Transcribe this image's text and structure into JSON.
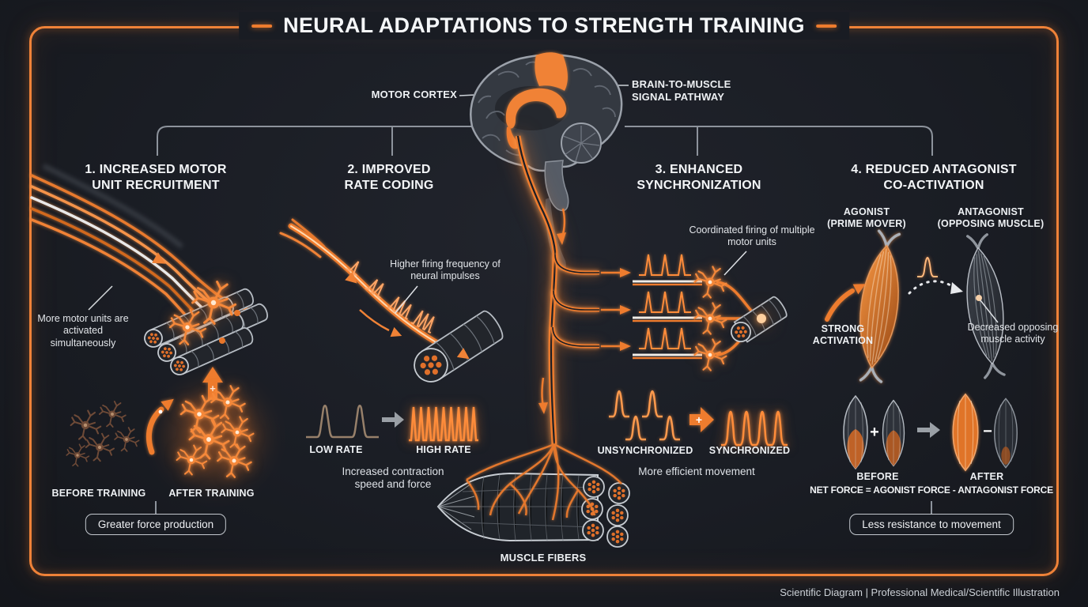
{
  "colors": {
    "accent": "#ee7c2e",
    "background": "#1b1e25"
  },
  "title": "NEURAL ADAPTATIONS TO STRENGTH TRAINING",
  "brain": {
    "motor_cortex_label": "MOTOR CORTEX",
    "pathway_label_line1": "BRAIN-TO-MUSCLE",
    "pathway_label_line2": "SIGNAL PATHWAY"
  },
  "section1": {
    "title_line1": "1. INCREASED MOTOR",
    "title_line2": "UNIT RECRUITMENT",
    "annotation": "More motor units are activated simultaneously",
    "before_label": "BEFORE TRAINING",
    "after_label": "AFTER TRAINING",
    "callout": "Greater force production",
    "plus_symbol": "+"
  },
  "section2": {
    "title_line1": "2. IMPROVED",
    "title_line2": "RATE CODING",
    "annotation": "Higher firing frequency of neural impulses",
    "low_label": "LOW RATE",
    "high_label": "HIGH RATE",
    "caption": "Increased contraction speed and force"
  },
  "section3": {
    "title_line1": "3. ENHANCED",
    "title_line2": "SYNCHRONIZATION",
    "annotation": "Coordinated firing of multiple motor units",
    "unsynchronized_label": "UNSYNCHRONIZED",
    "synchronized_label": "SYNCHRONIZED",
    "caption": "More efficient movement",
    "plus_symbol": "+"
  },
  "section4": {
    "title_line1": "4. REDUCED ANTAGONIST",
    "title_line2": "CO-ACTIVATION",
    "agonist_label_line1": "AGONIST",
    "agonist_label_line2": "(PRIME MOVER)",
    "antagonist_label_line1": "ANTAGONIST",
    "antagonist_label_line2": "(OPPOSING MUSCLE)",
    "strong_label_line1": "STRONG",
    "strong_label_line2": "ACTIVATION",
    "decreased_annotation": "Decreased opposing muscle activity",
    "before_label": "BEFORE",
    "after_label": "AFTER",
    "formula": "NET FORCE = AGONIST FORCE - ANTAGONIST FORCE",
    "callout": "Less resistance to movement",
    "plus_symbol": "+",
    "minus_symbol": "−"
  },
  "muscle_fibers_label": "MUSCLE FIBERS",
  "footer": "Scientific Diagram | Professional Medical/Scientific Illustration"
}
